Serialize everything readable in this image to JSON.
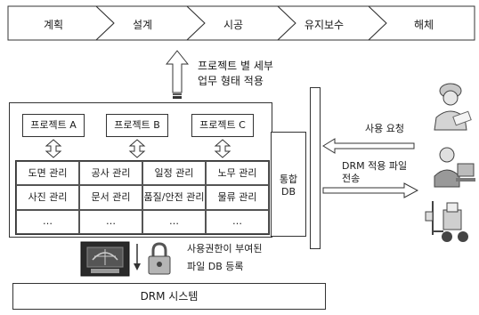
{
  "phases": [
    "계획",
    "설계",
    "시공",
    "유지보수",
    "해체"
  ],
  "up_label": [
    "프로젝트 별 세부",
    "업무 형태 적용"
  ],
  "projects": [
    "프로젝트 A",
    "프로젝트 B",
    "프로젝트 C"
  ],
  "management": [
    [
      "도면 관리",
      "공사 관리",
      "일정 관리",
      "노무 관리"
    ],
    [
      "사진 관리",
      "문서 관리",
      "품질/안전 관리",
      "물류 관리"
    ],
    [
      "…",
      "…",
      "…",
      "…"
    ]
  ],
  "db": {
    "line1": "통합",
    "line2": "DB"
  },
  "request_label": "사용 요청",
  "drm_transfer": [
    "DRM 적용 파일",
    "전송"
  ],
  "permission_label": [
    "사용권한이 부여된",
    "파일 DB 등록"
  ],
  "drm_system": "DRM 시스템",
  "icons": [
    "worker-icon",
    "office-user-icon",
    "forklift-icon",
    "printer-icon",
    "lock-icon"
  ]
}
